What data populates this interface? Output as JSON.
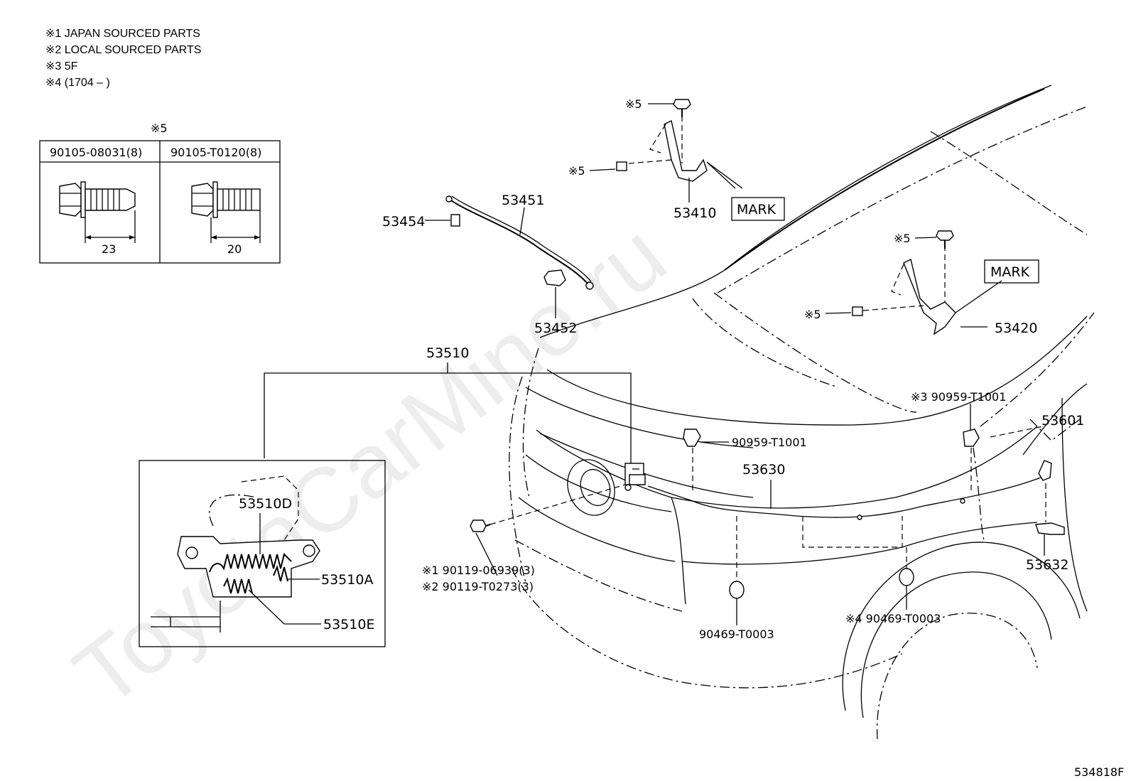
{
  "notes": [
    "※1 JAPAN SOURCED PARTS",
    "※2 LOCAL SOURCED PARTS",
    "※3 5F",
    "※4 (1704 –        )"
  ],
  "bolt_table": {
    "mark": "※5",
    "col1_part": "90105-08031(8)",
    "col1_length": "23",
    "col2_part": "90105-T0120(8)",
    "col2_length": "20"
  },
  "labels": {
    "p53451": "53451",
    "p53454": "53454",
    "p53452": "53452",
    "p53410": "53410",
    "p53420": "53420",
    "mark1": "MARK",
    "mark2": "MARK",
    "s5_a": "※5",
    "s5_b": "※5",
    "s5_c": "※5",
    "s5_d": "※5",
    "p53510": "53510",
    "p53510D": "53510D",
    "p53510A": "53510A",
    "p53510E": "53510E",
    "p90959": "90959-T1001",
    "p90959_s3": "※3 90959-T1001",
    "p53601": "53601",
    "p53630": "53630",
    "p53632": "53632",
    "p90119_1": "※1 90119-06939(3)",
    "p90119_2": "※2 90119-T0273(3)",
    "p90469": "90469-T0003",
    "p90469_s4": "※4 90469-T0003"
  },
  "watermark": "ToyotaCarMine.ru",
  "figure_code": "534818F"
}
